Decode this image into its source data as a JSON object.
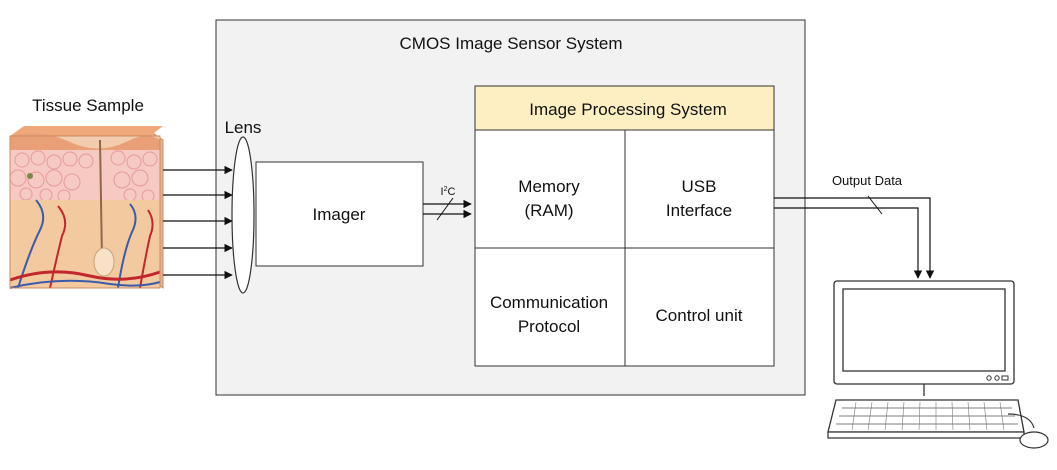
{
  "system": {
    "title": "CMOS Image Sensor System"
  },
  "tissue": {
    "label": "Tissue Sample"
  },
  "lens": {
    "label": "Lens"
  },
  "imager": {
    "label": "Imager"
  },
  "bus": {
    "i2c_main": "I",
    "i2c_sup": "2",
    "i2c_end": "C"
  },
  "ips": {
    "title": "Image Processing System",
    "memory_line1": "Memory",
    "memory_line2": "(RAM)",
    "usb_line1": "USB",
    "usb_line2": "Interface",
    "comm_line1": "Communication",
    "comm_line2": "Protocol",
    "control": "Control unit"
  },
  "output": {
    "label": "Output Data"
  },
  "colors": {
    "system_fill": "#f2f2f2",
    "ips_header_fill": "#fdefc2",
    "skin_top": "#f2b48a",
    "skin_cells": "#f6c9c2",
    "artery": "#c1272d",
    "vein": "#3b5ba9"
  }
}
